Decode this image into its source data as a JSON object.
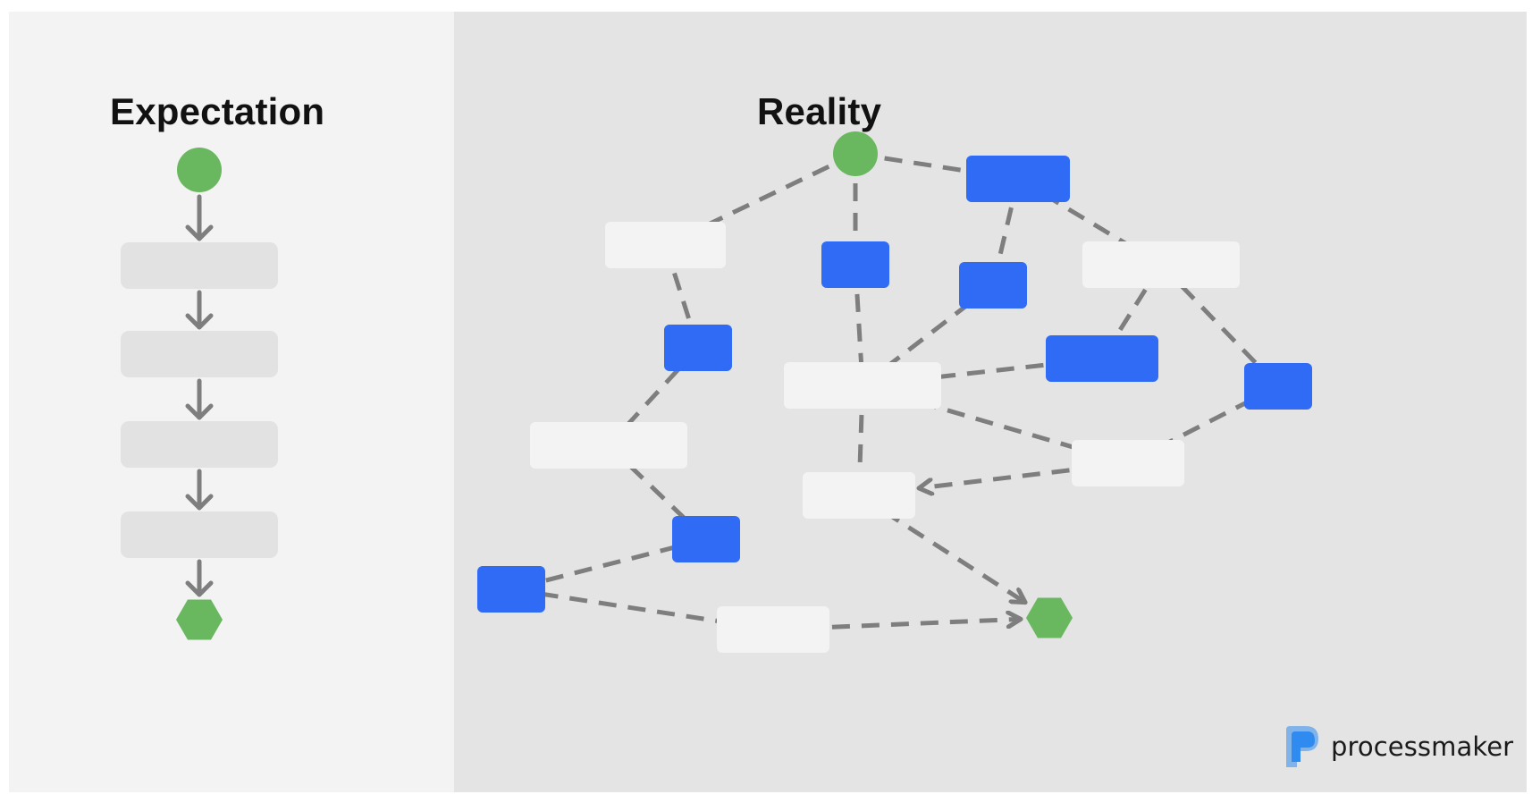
{
  "headings": {
    "left": "Expectation",
    "right": "Reality"
  },
  "brand": {
    "wordmark": "processmaker",
    "logo_icon": "processmaker-logo-icon"
  },
  "colors": {
    "left_panel_bg": "#f3f3f3",
    "right_panel_bg": "#e4e4e4",
    "start_event": "#69b85f",
    "end_event": "#69b85f",
    "task_blue": "#2f6bf5",
    "task_white": "#f3f3f3",
    "task_gray": "#e2e2e2",
    "connector": "#7e7e7e",
    "logo_blue": "#2f8bf0"
  },
  "expectation_flow": [
    {
      "id": "e-start",
      "kind": "start-event"
    },
    {
      "id": "e-task-1",
      "kind": "task"
    },
    {
      "id": "e-task-2",
      "kind": "task"
    },
    {
      "id": "e-task-3",
      "kind": "task"
    },
    {
      "id": "e-task-4",
      "kind": "task"
    },
    {
      "id": "e-end",
      "kind": "end-event"
    }
  ],
  "reality_nodes": [
    {
      "id": "r-start",
      "kind": "start-event"
    },
    {
      "id": "r-end",
      "kind": "end-event"
    },
    {
      "id": "b1",
      "kind": "task",
      "style": "blue"
    },
    {
      "id": "b2",
      "kind": "task",
      "style": "blue"
    },
    {
      "id": "b3",
      "kind": "task",
      "style": "blue"
    },
    {
      "id": "b4",
      "kind": "task",
      "style": "blue"
    },
    {
      "id": "b5",
      "kind": "task",
      "style": "blue"
    },
    {
      "id": "b6",
      "kind": "task",
      "style": "blue"
    },
    {
      "id": "b7",
      "kind": "task",
      "style": "blue"
    },
    {
      "id": "b8",
      "kind": "task",
      "style": "blue"
    },
    {
      "id": "w1",
      "kind": "task",
      "style": "white"
    },
    {
      "id": "w2",
      "kind": "task",
      "style": "white"
    },
    {
      "id": "w3",
      "kind": "task",
      "style": "white"
    },
    {
      "id": "w4",
      "kind": "task",
      "style": "white"
    },
    {
      "id": "w5",
      "kind": "task",
      "style": "white"
    },
    {
      "id": "w6",
      "kind": "task",
      "style": "white"
    },
    {
      "id": "w7",
      "kind": "task",
      "style": "white"
    }
  ],
  "reality_connections": [
    {
      "from": "r-start",
      "to": "w1"
    },
    {
      "from": "r-start",
      "to": "b1"
    },
    {
      "from": "r-start",
      "to": "b2"
    },
    {
      "from": "w1",
      "to": "b4"
    },
    {
      "from": "b4",
      "to": "w4"
    },
    {
      "from": "w4",
      "to": "b7"
    },
    {
      "from": "b7",
      "to": "b8"
    },
    {
      "from": "b8",
      "to": "w7"
    },
    {
      "from": "w7",
      "to": "r-end",
      "arrow": true
    },
    {
      "from": "b1",
      "to": "w5"
    },
    {
      "from": "w5",
      "to": "w6"
    },
    {
      "from": "w6",
      "to": "r-end",
      "arrow": true
    },
    {
      "from": "b2",
      "to": "b3"
    },
    {
      "from": "b3",
      "to": "w5"
    },
    {
      "from": "b2",
      "to": "w2"
    },
    {
      "from": "w2",
      "to": "b5"
    },
    {
      "from": "w2",
      "to": "b6"
    },
    {
      "from": "b5",
      "to": "w5"
    },
    {
      "from": "b6",
      "to": "w3"
    },
    {
      "from": "w5",
      "to": "w3"
    },
    {
      "from": "w3",
      "to": "w6",
      "arrow": true
    }
  ]
}
